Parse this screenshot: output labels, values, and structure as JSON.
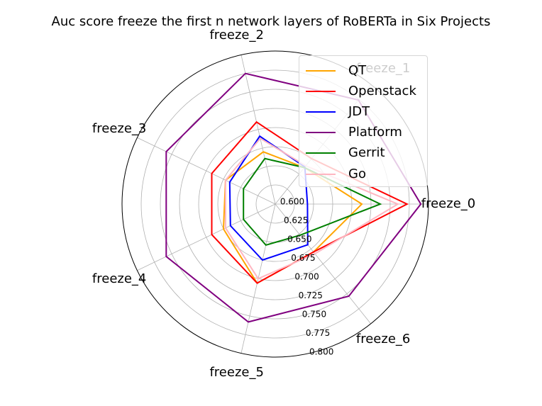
{
  "chart_data": {
    "type": "radar",
    "title": "Auc score freeze the first n network layers of RoBERTa in Six Projects",
    "axes": [
      "freeze_0",
      "freeze_1",
      "freeze_2",
      "freeze_3",
      "freeze_4",
      "freeze_5",
      "freeze_6"
    ],
    "rlim": [
      0.6,
      0.8
    ],
    "rticks": [
      "0.600",
      "0.625",
      "0.650",
      "0.675",
      "0.700",
      "0.725",
      "0.750",
      "0.775",
      "0.800"
    ],
    "grid": true,
    "legend_position": "top-right",
    "series": [
      {
        "name": "QT",
        "color": "#ffa500",
        "values": [
          0.713,
          0.661,
          0.67,
          0.672,
          0.675,
          0.706,
          0.68
        ]
      },
      {
        "name": "Openstack",
        "color": "#ff0000",
        "values": [
          0.772,
          0.676,
          0.71,
          0.692,
          0.692,
          0.706,
          0.68
        ]
      },
      {
        "name": "JDT",
        "color": "#0000ff",
        "values": [
          0.642,
          0.662,
          0.691,
          0.666,
          0.665,
          0.675,
          0.668
        ]
      },
      {
        "name": "Platform",
        "color": "#800080",
        "values": [
          0.79,
          0.774,
          0.775,
          0.758,
          0.758,
          0.758,
          0.754
        ]
      },
      {
        "name": "Gerrit",
        "color": "#008000",
        "values": [
          0.737,
          0.661,
          0.661,
          0.646,
          0.646,
          0.655,
          0.652
        ]
      },
      {
        "name": "Go",
        "color": "#ffb6c1",
        "values": [
          0.76,
          0.664,
          0.688,
          0.672,
          0.672,
          0.7,
          0.683
        ]
      }
    ]
  }
}
